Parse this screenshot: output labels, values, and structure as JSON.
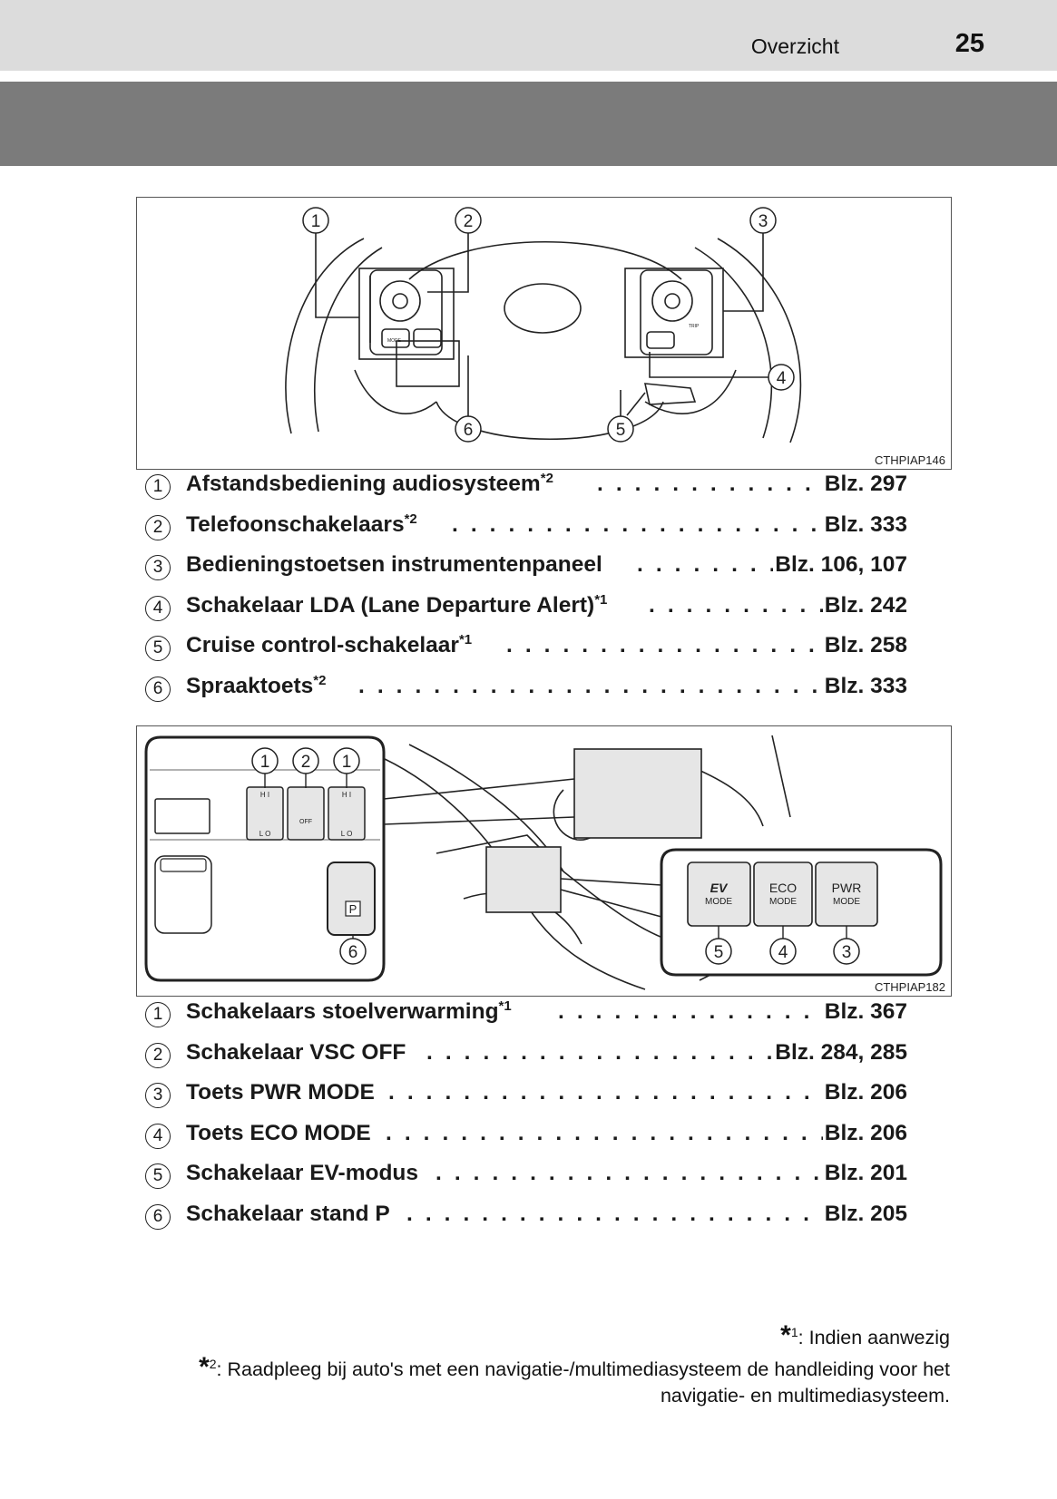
{
  "header": {
    "section": "Overzicht",
    "page_number": "25"
  },
  "figure1": {
    "code": "CTHPIAP146",
    "callouts": [
      "1",
      "2",
      "3",
      "4",
      "5",
      "6"
    ],
    "button_marks": {
      "mode": "MODE",
      "trip": "TRIP"
    }
  },
  "list1": [
    {
      "num": "1",
      "label": "Afstandsbediening audiosysteem",
      "sup": "*2",
      "page": "Blz. 297"
    },
    {
      "num": "2",
      "label": "Telefoonschakelaars",
      "sup": "*2",
      "page": "Blz. 333"
    },
    {
      "num": "3",
      "label": "Bedieningstoetsen instrumentenpaneel",
      "sup": "",
      "page": "Blz. 106, 107"
    },
    {
      "num": "4",
      "label": "Schakelaar LDA (Lane Departure Alert)",
      "sup": "*1",
      "page": "Blz. 242"
    },
    {
      "num": "5",
      "label": "Cruise control-schakelaar",
      "sup": "*1",
      "page": "Blz. 258"
    },
    {
      "num": "6",
      "label": "Spraaktoets",
      "sup": "*2",
      "page": "Blz. 333"
    }
  ],
  "figure2": {
    "code": "CTHPIAP182",
    "callouts_top": [
      "1",
      "2",
      "1"
    ],
    "callout_p": "6",
    "callouts_modes": [
      "5",
      "4",
      "3"
    ],
    "switch_marks": {
      "hi": "H I",
      "lo": "L O",
      "off": "OFF",
      "p": "P"
    },
    "mode_buttons": [
      {
        "top": "EV",
        "bottom": "MODE"
      },
      {
        "top": "ECO",
        "bottom": "MODE"
      },
      {
        "top": "PWR",
        "bottom": "MODE"
      }
    ]
  },
  "list2": [
    {
      "num": "1",
      "label": "Schakelaars stoelverwarming",
      "sup": "*1",
      "page": "Blz. 367"
    },
    {
      "num": "2",
      "label": "Schakelaar VSC OFF",
      "sup": "",
      "page": "Blz. 284, 285"
    },
    {
      "num": "3",
      "label": "Toets PWR MODE",
      "sup": "",
      "page": "Blz. 206"
    },
    {
      "num": "4",
      "label": "Toets ECO MODE",
      "sup": "",
      "page": "Blz. 206"
    },
    {
      "num": "5",
      "label": "Schakelaar EV-modus",
      "sup": "",
      "page": "Blz. 201"
    },
    {
      "num": "6",
      "label": "Schakelaar stand P",
      "sup": "",
      "page": "Blz. 205"
    }
  ],
  "footnotes": {
    "note1": {
      "mark": "*",
      "num": "1",
      "text": ": Indien aanwezig"
    },
    "note2": {
      "mark": "*",
      "num": "2",
      "text_line1": ": Raadpleeg bij auto's met een navigatie-/multimediasysteem de handleiding voor het",
      "text_line2": "navigatie- en multimediasysteem."
    }
  }
}
